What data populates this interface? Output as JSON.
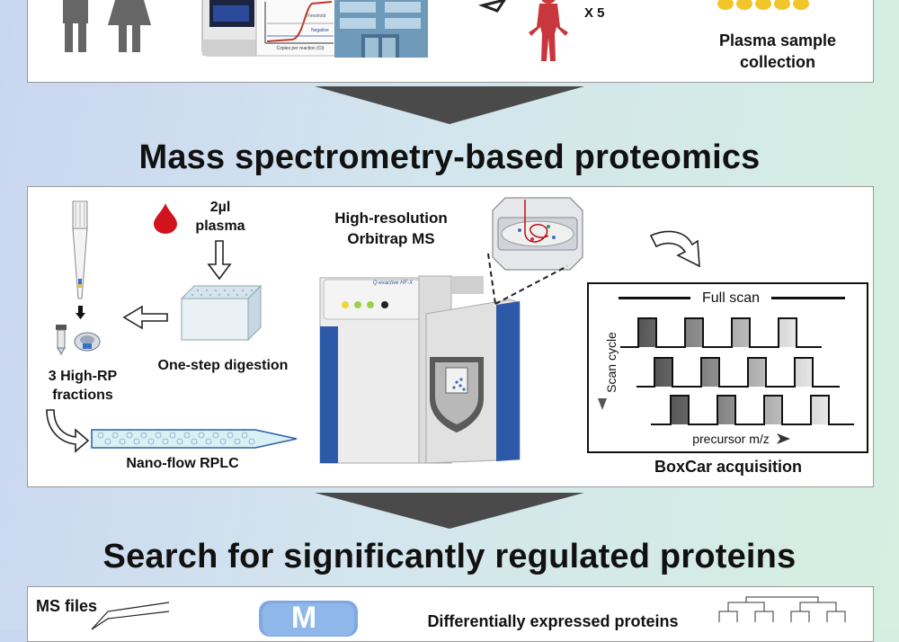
{
  "top": {
    "multiplier": "X 5",
    "plasma_collection": "Plasma sample\ncollection",
    "pcr_copies_label": "Copies per reaction (Ct)",
    "pcr_threshold": "Threshold",
    "pcr_negative": "Negative"
  },
  "ms_section": {
    "title": "Mass spectrometry-based proteomics",
    "plasma_amount": "2µl\nplasma",
    "digestion": "One-step digestion",
    "fractions": "3 High-RP\nfractions",
    "rplc": "Nano-flow RPLC",
    "orbitrap": "High-resolution\nOrbitrap MS",
    "instrument_brand": "Q-exactive HF-X",
    "full_scan": "Full scan",
    "scan_cycle": "Scan cycle",
    "precursor": "precursor m/z",
    "boxcar": "BoxCar acquisition"
  },
  "search_section": {
    "title": "Search for significantly regulated proteins",
    "ms_files": "MS files",
    "maxquant_letter": "M",
    "diff_expressed": "Differentially expressed proteins"
  },
  "colors": {
    "arrow": "#4a4a4a",
    "thermo_blue": "#2d5aa8",
    "blood": "#d0131c"
  }
}
